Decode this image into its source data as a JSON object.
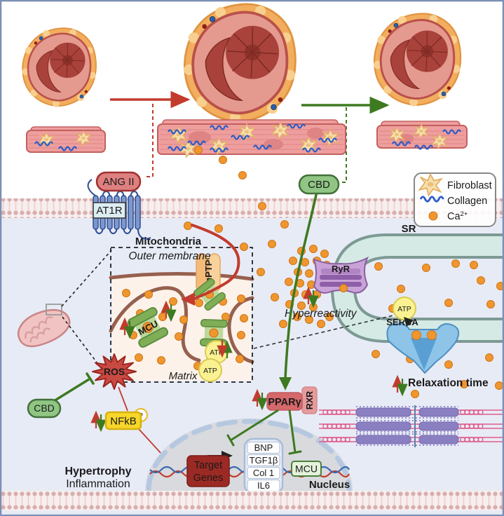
{
  "figure": {
    "receptors": {
      "ang_ii": "ANG II",
      "at1r": "AT1R",
      "ryr": "RyR",
      "serca": "SERCA",
      "mptp": "mPTP",
      "mcu_channel": "MCU",
      "ppar": "PPARγ",
      "rxr": "RXR"
    },
    "drugs": {
      "cbd_top": "CBD",
      "cbd_left": "CBD"
    },
    "legend": {
      "fibroblast": "Fibroblast",
      "collagen": "Collagen",
      "ca_base": "Ca",
      "ca_sup": "2+"
    },
    "organelles": {
      "sr": "SR",
      "mito_title": "Mitochondria",
      "outer_membrane": "Outer membrane",
      "matrix": "Matrix",
      "nucleus": "Nucleus"
    },
    "molecules": {
      "ros": "ROS",
      "nfkb": "NFkB",
      "p": "P",
      "atp": "ATP"
    },
    "nucleus_box": {
      "target_line1": "Target",
      "target_line2": "Genes",
      "genes": [
        "BNP",
        "TGF1β",
        "Col 1",
        "IL6"
      ],
      "mcu": "MCU"
    },
    "annotations": {
      "hyperreactivity": "Hyperreactivity",
      "relaxation": "Relaxation time",
      "hypertrophy": "Hypertrophy",
      "inflammation": "Inflammation"
    },
    "colors": {
      "red_arrow": "#c23b2d",
      "green_arrow": "#3d7a20",
      "calcium_orange": "#f0962f",
      "atp_yellow": "#faf292",
      "cbd_green": "#90c584",
      "angii_red": "#dd8080",
      "nfkb_yellow": "#f6d62a",
      "ppar_pink": "#d4686b",
      "sr_teal": "#d5eae5",
      "cell_bg": "#e7ebf6",
      "mito_peach": "#fdf2ea",
      "nucleus_gray": "#d8dade"
    }
  }
}
